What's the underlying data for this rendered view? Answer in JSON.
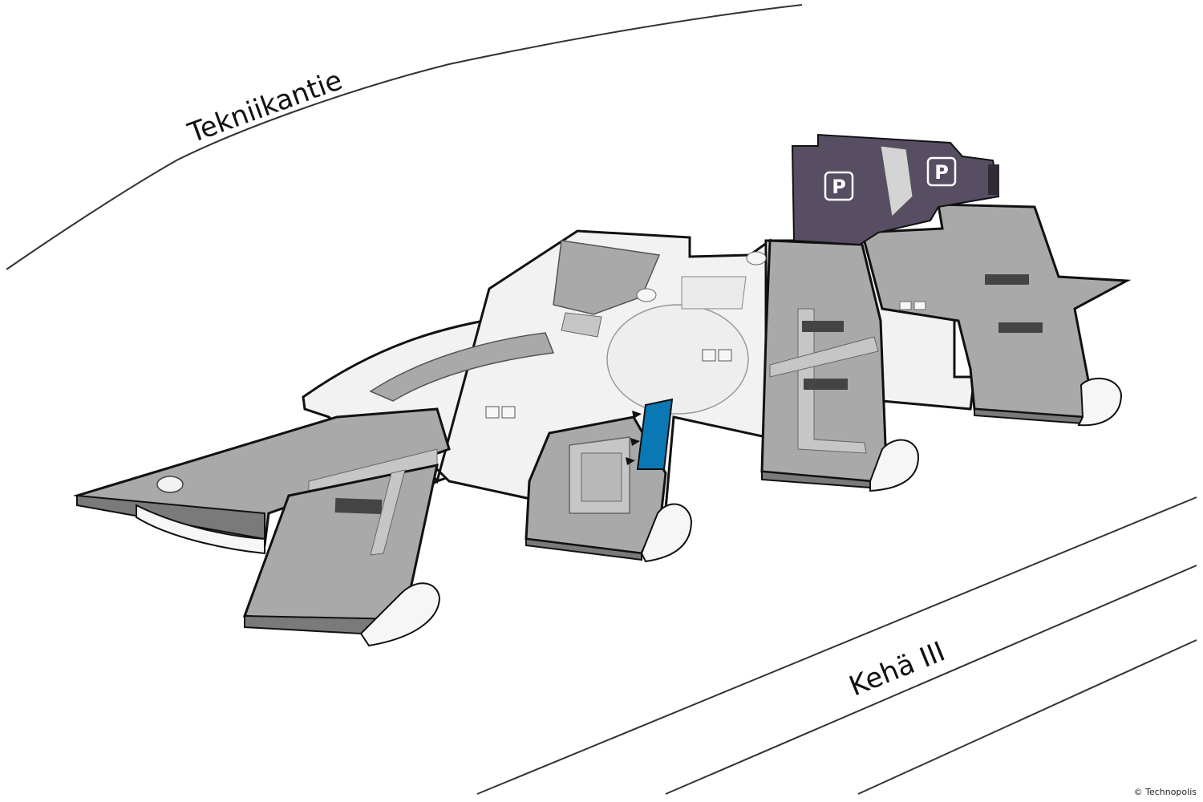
{
  "roads": {
    "north": "Tekniikantie",
    "south": "Kehä III"
  },
  "parking": {
    "symbol": "P",
    "icon": "parking-icon",
    "areas": 2
  },
  "copyright": "© Technopolis",
  "colors": {
    "background": "#ffffff",
    "floor": "#f2f2f2",
    "office": "#a9a9a9",
    "office_light": "#c6c6c6",
    "wall_side": "#7a7a7a",
    "outline": "#111111",
    "parking": "#574e63",
    "highlight": "#0a78b4",
    "corridor": "#d4d4d4"
  }
}
